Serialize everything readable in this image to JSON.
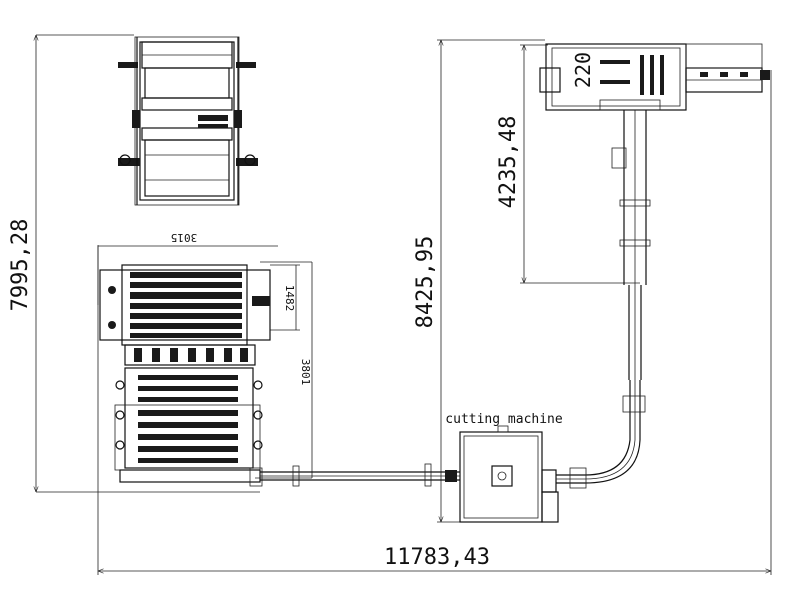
{
  "diagram": {
    "dimensions": {
      "overall_width": "11783,43",
      "overall_height": "7995,28",
      "right_height": "8425,95",
      "top_right_height": "4235,48",
      "small_top": "220",
      "unit_width": "3015",
      "unit_depth": "1482",
      "unit_length": "3801"
    },
    "labels": {
      "cutting_machine": "cutting machine"
    }
  }
}
